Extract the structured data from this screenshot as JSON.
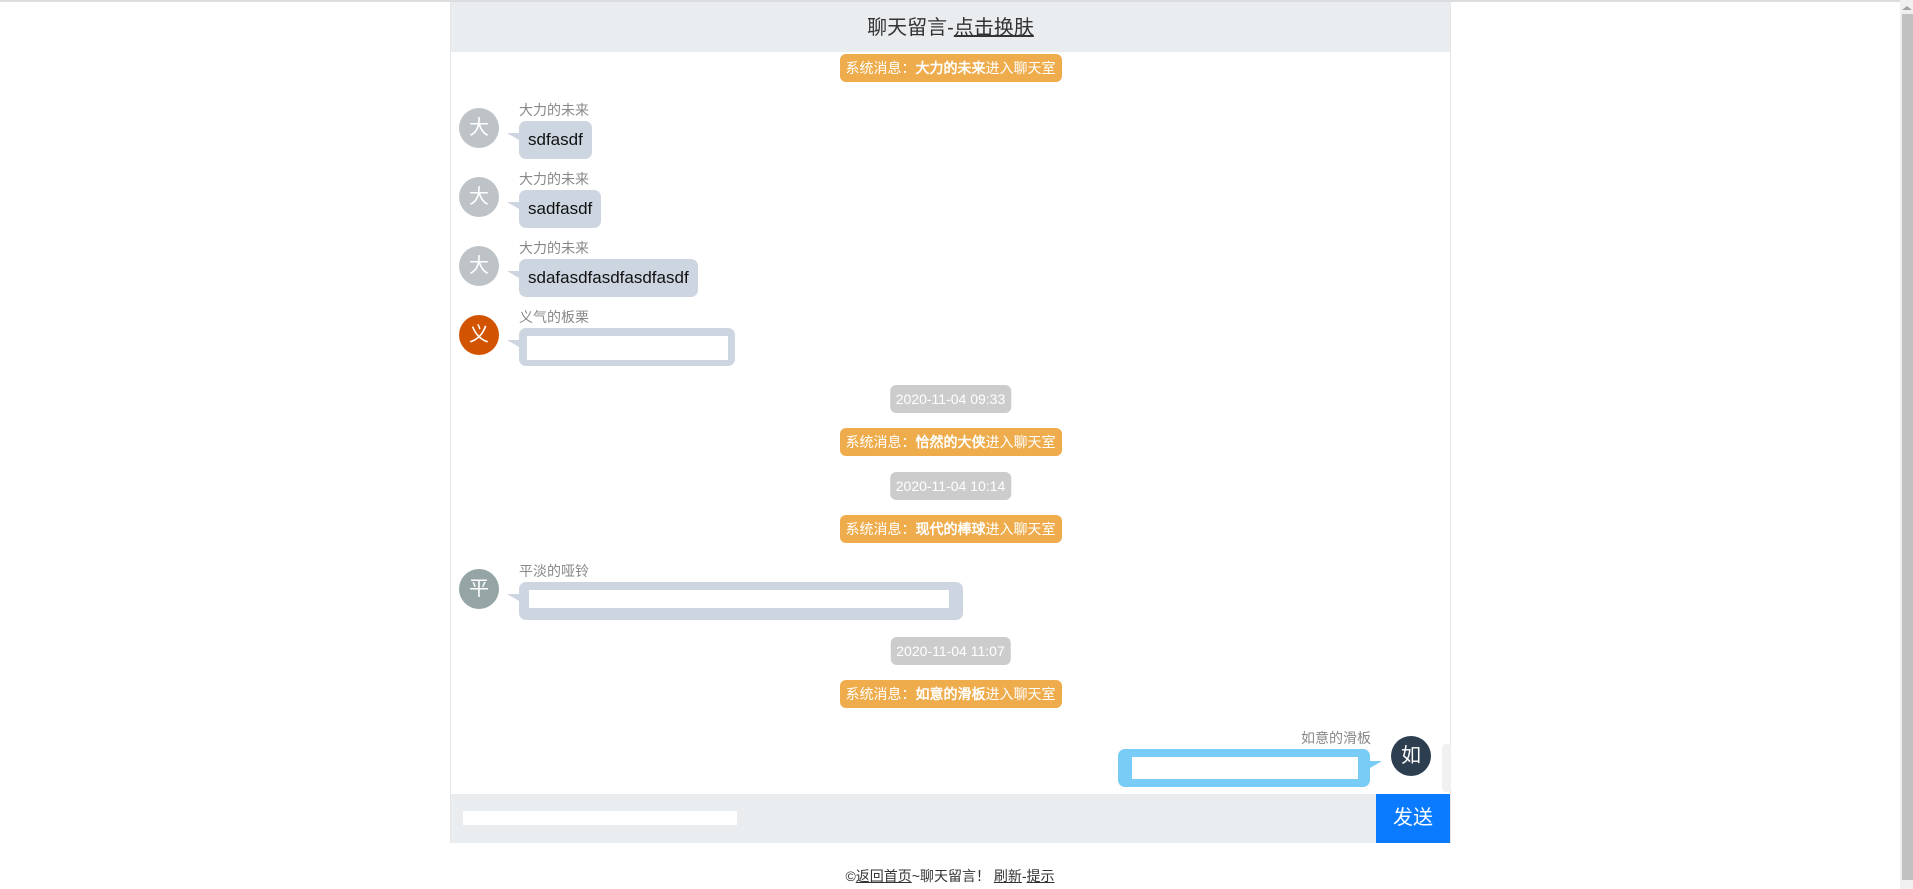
{
  "header": {
    "title": "聊天留言-",
    "skin_link": "点击换肤"
  },
  "colors": {
    "system": "#eeac4c",
    "timestamp": "#cccccc",
    "bubble_other": "#cdd6e0",
    "bubble_self": "#79ccf5",
    "send": "#0a7bff"
  },
  "messages": [
    {
      "type": "system",
      "prefix": "系统消息：",
      "name": "大力的未来",
      "suffix": "进入聊天室"
    },
    {
      "type": "chat",
      "side": "left",
      "avatar": "大",
      "avatar_color": "#bdc3c7",
      "user": "大力的未来",
      "text": "sdfasdf"
    },
    {
      "type": "chat",
      "side": "left",
      "avatar": "大",
      "avatar_color": "#bdc3c7",
      "user": "大力的未来",
      "text": "sadfasdf"
    },
    {
      "type": "chat",
      "side": "left",
      "avatar": "大",
      "avatar_color": "#bdc3c7",
      "user": "大力的未来",
      "text": "sdafasdfasdfasdfasdf"
    },
    {
      "type": "chat",
      "side": "left",
      "avatar": "义",
      "avatar_color": "#d35400",
      "user": "义气的板栗",
      "text": ""
    },
    {
      "type": "time",
      "text": "2020-11-04 09:33"
    },
    {
      "type": "system",
      "prefix": "系统消息：",
      "name": "恰然的大侠",
      "suffix": "进入聊天室"
    },
    {
      "type": "time",
      "text": "2020-11-04 10:14"
    },
    {
      "type": "system",
      "prefix": "系统消息：",
      "name": "现代的棒球",
      "suffix": "进入聊天室"
    },
    {
      "type": "chat",
      "side": "left",
      "avatar": "平",
      "avatar_color": "#95a5a6",
      "user": "平淡的哑铃",
      "text": ""
    },
    {
      "type": "time",
      "text": "2020-11-04 11:07"
    },
    {
      "type": "system",
      "prefix": "系统消息：",
      "name": "如意的滑板",
      "suffix": "进入聊天室"
    },
    {
      "type": "chat",
      "side": "right",
      "avatar": "如",
      "avatar_color": "#2c3e50",
      "user": "如意的滑板",
      "text": ""
    }
  ],
  "input": {
    "value": ""
  },
  "send_label": "发送",
  "footer": {
    "copyright": "©",
    "home_link": "返回首页",
    "middle": "~聊天留言！ ",
    "refresh_link": "刷新",
    "sep": "-",
    "tip_link": "提示"
  }
}
